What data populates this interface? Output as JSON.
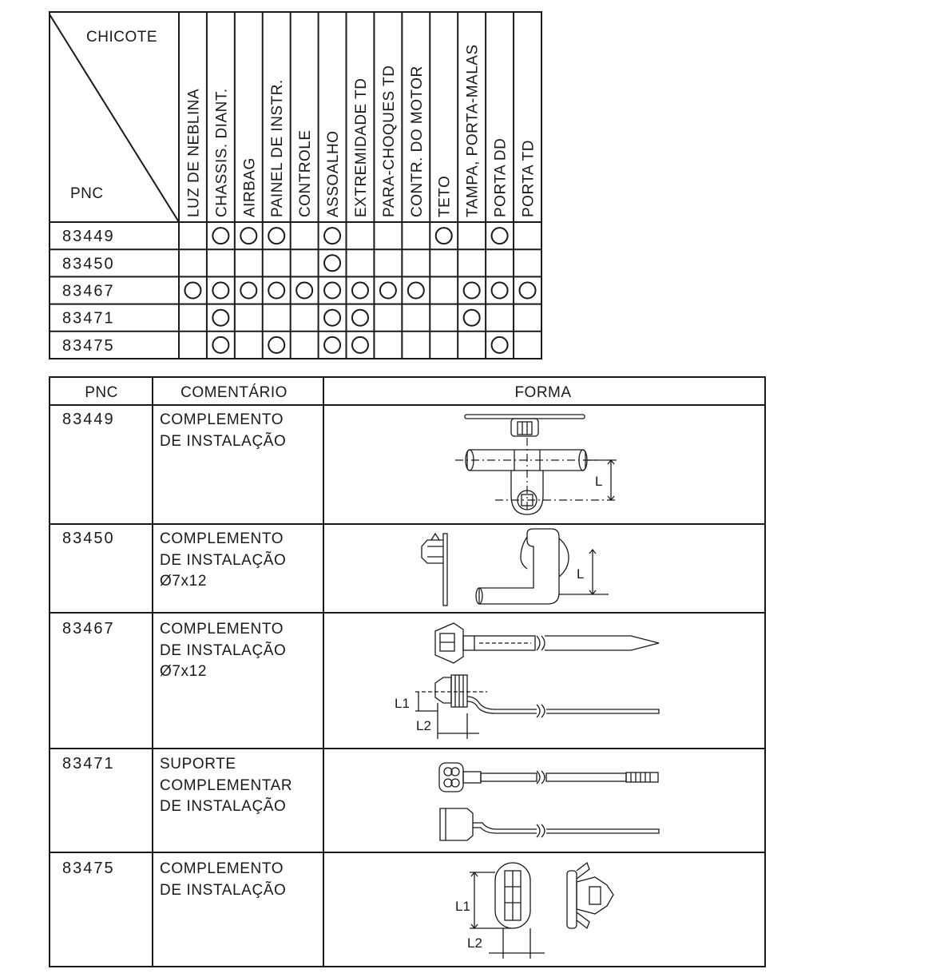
{
  "matrix": {
    "corner_top": "CHICOTE",
    "corner_bottom": "PNC",
    "columns": [
      "LUZ DE NEBLINA",
      "CHASSIS. DIANT.",
      "AIRBAG",
      "PAINEL DE INSTR.",
      "CONTROLE",
      "ASSOALHO",
      "EXTREMIDADE TD",
      "PARA-CHOQUES TD",
      "CONTR. DO MOTOR",
      "TETO",
      "TAMPA, PORTA-MALAS",
      "PORTA DD",
      "PORTA TD"
    ],
    "rows": [
      {
        "pnc": "83449",
        "marks": [
          0,
          1,
          1,
          1,
          0,
          1,
          0,
          0,
          0,
          1,
          0,
          1,
          0
        ]
      },
      {
        "pnc": "83450",
        "marks": [
          0,
          0,
          0,
          0,
          0,
          1,
          0,
          0,
          0,
          0,
          0,
          0,
          0
        ]
      },
      {
        "pnc": "83467",
        "marks": [
          1,
          1,
          1,
          1,
          1,
          1,
          1,
          1,
          1,
          0,
          1,
          1,
          1
        ]
      },
      {
        "pnc": "83471",
        "marks": [
          0,
          1,
          0,
          0,
          0,
          1,
          1,
          0,
          0,
          0,
          1,
          0,
          0
        ]
      },
      {
        "pnc": "83475",
        "marks": [
          0,
          1,
          0,
          1,
          0,
          1,
          1,
          0,
          0,
          0,
          0,
          1,
          0
        ]
      }
    ]
  },
  "parts": {
    "headers": {
      "pnc": "PNC",
      "comment": "COMENTÁRIO",
      "shape": "FORMA"
    },
    "rows": [
      {
        "pnc": "83449",
        "comment": [
          "COMPLEMENTO",
          "DE INSTALAÇÃO"
        ]
      },
      {
        "pnc": "83450",
        "comment": [
          "COMPLEMENTO",
          "DE INSTALAÇÃO",
          "Ø7x12"
        ]
      },
      {
        "pnc": "83467",
        "comment": [
          "COMPLEMENTO",
          "DE INSTALAÇÃO",
          "Ø7x12"
        ]
      },
      {
        "pnc": "83471",
        "comment": [
          "SUPORTE",
          "COMPLEMENTAR",
          "DE INSTALAÇÃO"
        ]
      },
      {
        "pnc": "83475",
        "comment": [
          "COMPLEMENTO",
          "DE INSTALAÇÃO"
        ]
      }
    ],
    "dimension_labels": {
      "l": "L",
      "l1": "L1",
      "l2": "L2"
    }
  }
}
